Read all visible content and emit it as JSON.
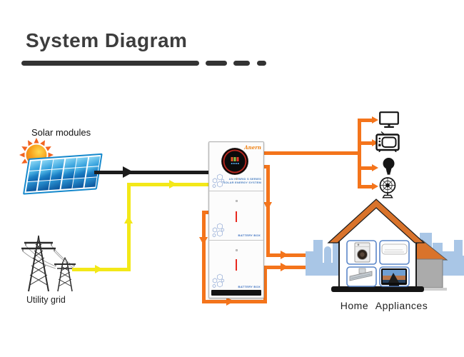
{
  "title": "System Diagram",
  "solar": {
    "label": "Solar modules"
  },
  "utility": {
    "label": "Utility grid"
  },
  "inverter": {
    "brand": "Anern",
    "model_line1": "AN HYBRID S SERIES",
    "model_line2": "SOLAR ENERGY SYSTEM",
    "battery_box1": "BATTERY BOX",
    "battery_box2": "BATTERY BOX"
  },
  "home": {
    "label": "Home Appliances"
  },
  "icons": {
    "appliance_outputs": [
      "monitor-icon",
      "retro-tv-icon",
      "light-bulb-icon",
      "table-fan-icon"
    ],
    "home_tiles": [
      "washing-machine-icon",
      "air-conditioner-icon",
      "range-hood-icon",
      "television-icon"
    ],
    "sources": [
      "sun-icon",
      "solar-panel-icon",
      "utility-tower-icon"
    ]
  },
  "colors": {
    "solar_to_inverter_line": "#1b1b1b",
    "grid_to_inverter_line": "#f3e818",
    "inverter_output_line": "#f4741b",
    "roof": "#d9732b",
    "panel_frame": "#1488cc",
    "skyline": "#a9c6e6"
  },
  "connections": [
    {
      "from": "solar-modules",
      "to": "inverter",
      "line": "black"
    },
    {
      "from": "utility-grid",
      "to": "inverter",
      "line": "yellow"
    },
    {
      "from": "inverter",
      "to": "appliance-icons",
      "line": "orange"
    },
    {
      "from": "inverter",
      "to": "home-appliances",
      "line": "orange"
    },
    {
      "from": "battery-box",
      "to": "home-appliances",
      "line": "orange"
    }
  ]
}
